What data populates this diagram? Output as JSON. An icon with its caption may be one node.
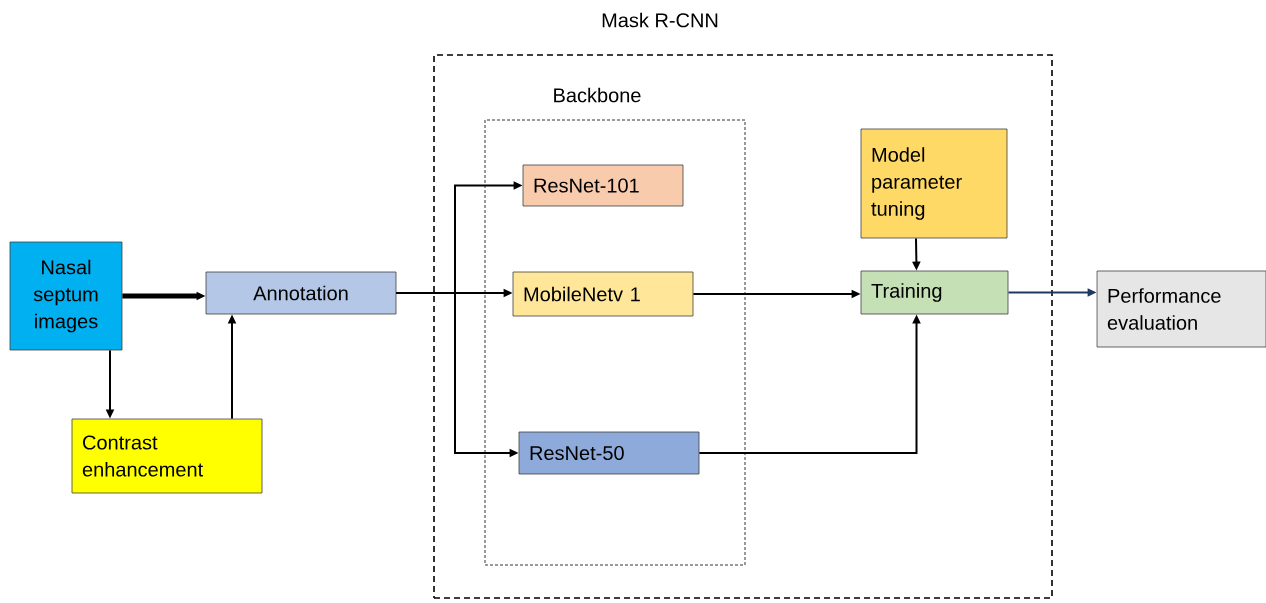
{
  "diagram": {
    "nodes": [
      {
        "text": [
          "Nasal septum images"
        ]
      },
      {
        "text": [
          "Contrast enhancement"
        ]
      },
      {
        "text": [
          "Annotation"
        ]
      },
      {
        "text": [
          "Mask R-CNN"
        ]
      },
      {
        "text": [
          "Backbone"
        ],
        "in": 3
      },
      {
        "text": [
          "ResNet-101"
        ],
        "in": 4
      },
      {
        "text": [
          "MobileNetv 1"
        ],
        "in": 4
      },
      {
        "text": [
          "ResNet-50"
        ],
        "in": 4
      },
      {
        "text": [
          "Model parameter tuning"
        ],
        "in": 3
      },
      {
        "text": [
          "Training"
        ],
        "in": 3
      },
      {
        "text": [
          "Performance evaluation"
        ]
      }
    ],
    "edges": [
      {
        "from": 0,
        "to": 2,
        "arrow": "to",
        "style": "thick"
      },
      {
        "from": 0,
        "to": 1,
        "arrow": "to"
      },
      {
        "from": 1,
        "to": 2,
        "arrow": "to"
      },
      {
        "from": 2,
        "to": 5,
        "arrow": "to"
      },
      {
        "from": 2,
        "to": 6,
        "arrow": "to"
      },
      {
        "from": 2,
        "to": 7,
        "arrow": "to"
      },
      {
        "from": 6,
        "to": 9,
        "arrow": "to"
      },
      {
        "from": 7,
        "to": 9,
        "arrow": "to"
      },
      {
        "from": 8,
        "to": 9,
        "arrow": "to"
      },
      {
        "from": 9,
        "to": 10,
        "arrow": "to",
        "color": "#1f3864"
      }
    ]
  }
}
